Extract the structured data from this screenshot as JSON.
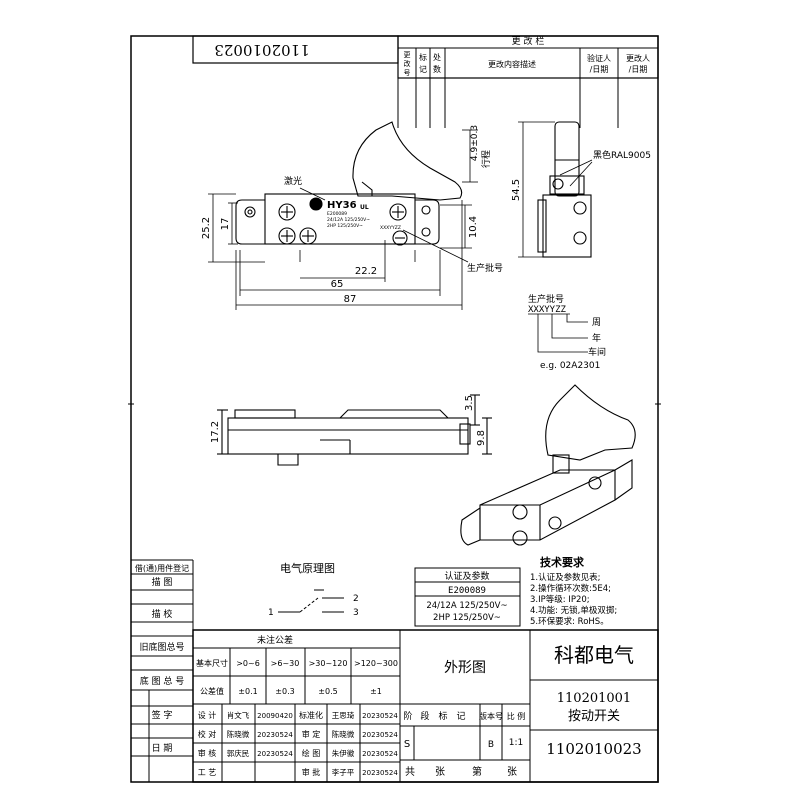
{
  "drawing_no_rotated": "1102010023",
  "revision_table": {
    "title": "更 改 栏",
    "col_no": [
      "更",
      "改",
      "号"
    ],
    "col_mark": [
      "标",
      "记"
    ],
    "col_place": [
      "处",
      "数"
    ],
    "col_desc": "更改内容描述",
    "col_verify": [
      "验证人",
      "/日期"
    ],
    "col_changer": [
      "更改人",
      "/日期"
    ]
  },
  "top_view": {
    "dim_stroke": "4.9±0.3",
    "dim_stroke_label": "行程",
    "dim_25_2": "25.2",
    "dim_17": "17",
    "dim_10_4": "10.4",
    "dim_22_2": "22.2",
    "dim_65": "65",
    "dim_87": "87",
    "label_laser": "激光",
    "label_batch": "生产批号",
    "switch_model": "HY36",
    "switch_code": "E200089",
    "switch_rating1": "24/12A 125/250V~",
    "switch_rating2": "2HP 125/250V~",
    "switch_batch": "XXXYYZZ"
  },
  "side_view": {
    "dim_54_5": "54.5",
    "label_color": "黑色RAL9005"
  },
  "batch_code": {
    "title": "生产批号",
    "code": "XXXYYZZ",
    "week": "周",
    "year": "年",
    "workshop": "车间",
    "example": "e.g. 02A2301"
  },
  "front_view": {
    "dim_3_5": "3.5",
    "dim_9_8": "9.8",
    "dim_17_2": "17.2"
  },
  "tech_req": {
    "title": "技术要求",
    "items": [
      "1.认证及参数见表;",
      "2.操作循环次数:5E4;",
      "3.IP等级: IP20;",
      "4.功能: 无锁,单极双掷;",
      "5.环保要求: RoHS。"
    ]
  },
  "schematic": {
    "title": "电气原理图",
    "pin1": "1",
    "pin2": "2",
    "pin3": "3"
  },
  "cert": {
    "title": "认证及参数",
    "code": "E200089",
    "rating1": "24/12A 125/250V~",
    "rating2": "2HP 125/250V~"
  },
  "left_strip": {
    "general_parts": "借(通)用件登记",
    "drawing": "描 图",
    "checking": "描 校",
    "old_base": "旧底图总号",
    "base_total": "底 图 总 号",
    "signature": "签 字",
    "date": "日 期"
  },
  "title_block": {
    "tolerance_title": "未注公差",
    "basic_size": "基本尺寸",
    "tolerance_value": "公差值",
    "ranges": [
      ">0~6",
      ">6~30",
      ">30~120",
      ">120~300"
    ],
    "tolerances": [
      "±0.1",
      "±0.3",
      "±0.5",
      "±1"
    ],
    "roles_left": [
      "设 计",
      "校 对",
      "审 核",
      "工 艺"
    ],
    "names_left": [
      "肖文飞",
      "陈晓微",
      "郭庆民",
      ""
    ],
    "dates_left": [
      "20090420",
      "20230524",
      "20230524",
      ""
    ],
    "roles_right": [
      "标准化",
      "审 定",
      "绘 图",
      "审 批"
    ],
    "names_right": [
      "王思琦",
      "陈晓微",
      "朱伊徽",
      "李子平"
    ],
    "dates_right": [
      "20230524",
      "20230524",
      "20230524",
      "20230524"
    ],
    "drawing_title": "外形图",
    "company": "科都电气",
    "part_no": "110201001",
    "part_name": "按动开关",
    "stage_header": [
      "阶",
      "段",
      "标",
      "记"
    ],
    "version_header": "版本号",
    "scale_header": "比 例",
    "stage_value": "S",
    "version_value": "B",
    "scale_value": "1:1",
    "sheets_total": "共",
    "sheets_unit1": "张",
    "sheet_no": "第",
    "sheets_unit2": "张",
    "drawing_no": "1102010023"
  }
}
